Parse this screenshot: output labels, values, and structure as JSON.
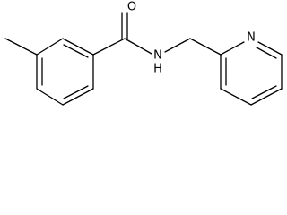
{
  "structure": {
    "atoms": {
      "oxygen": "O",
      "amide_nitrogen": "N",
      "ring_nitrogen": "N"
    },
    "hydrogen": "H"
  },
  "colors": {
    "bond": "#000000",
    "background": "#ffffff"
  }
}
